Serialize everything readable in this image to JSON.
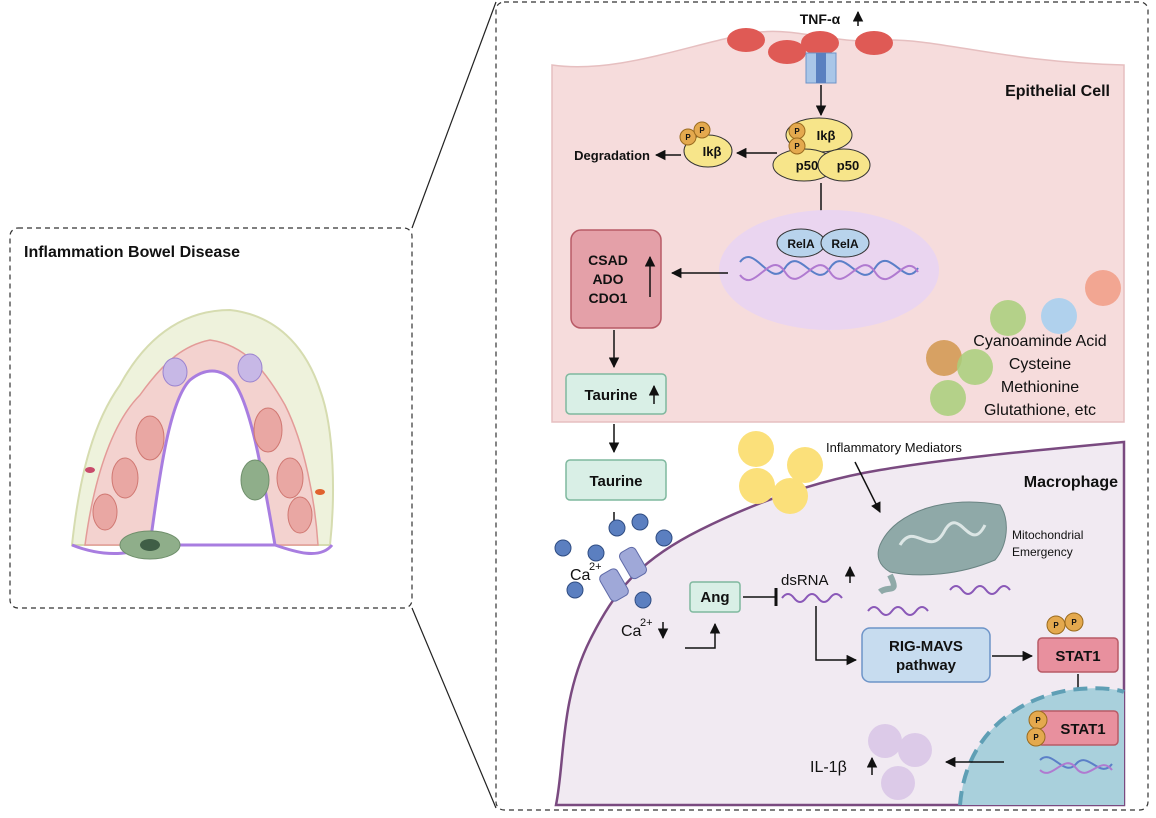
{
  "left_panel": {
    "title": "Inflammation Bowel Disease"
  },
  "epithelial": {
    "tnf_label": "TNF-α",
    "cell_label": "Epithelial Cell",
    "degradation_label": "Degradation",
    "ikb_label": "Ikβ",
    "p50_label": "p50",
    "phospho_label": "P",
    "rela_label": "RelA",
    "enzymes": [
      "CSAD",
      "ADO",
      "CDO1"
    ],
    "taurine_label": "Taurine",
    "precursors": [
      "Cyanoaminde Acid",
      "Cysteine",
      "Methionine",
      "Glutathione, etc"
    ]
  },
  "macrophage": {
    "cell_label": "Macrophage",
    "taurine_label": "Taurine",
    "mediators_label": "Inflammatory Mediators",
    "mito_label_line1": "Mitochondrial",
    "mito_label_line2": "Emergency",
    "ca_label": "Ca",
    "ca_sup": "2+",
    "ang_label": "Ang",
    "dsrna_label": "dsRNA",
    "pathway_line1": "RIG-MAVS",
    "pathway_line2": "pathway",
    "stat1_label": "STAT1",
    "il1b_label": "IL-1β"
  },
  "colors": {
    "epithelial_bg": "#f6dcdc",
    "macrophage_bg": "#f1eaf2",
    "enzyme_box": "#e4a0a8",
    "taurine_box": "#d9efe6",
    "pathway_box": "#c7dcef",
    "stat1_box": "#e8909e",
    "phospho": "#e4a94e",
    "ikb": "#f7e58a",
    "rela": "#b8d3ec",
    "nucleus": "#ead5f0"
  }
}
